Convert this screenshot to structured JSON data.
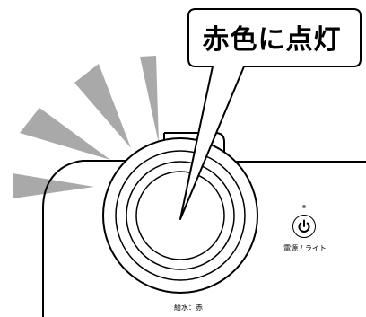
{
  "callout": {
    "text": "赤色に点灯"
  },
  "power": {
    "label": "電源 / ライト",
    "icon": "power-icon"
  },
  "water": {
    "label": "給水：赤"
  },
  "colors": {
    "outline": "#000000",
    "rays": "#a9a9a9",
    "led": "#7a7a7a"
  }
}
